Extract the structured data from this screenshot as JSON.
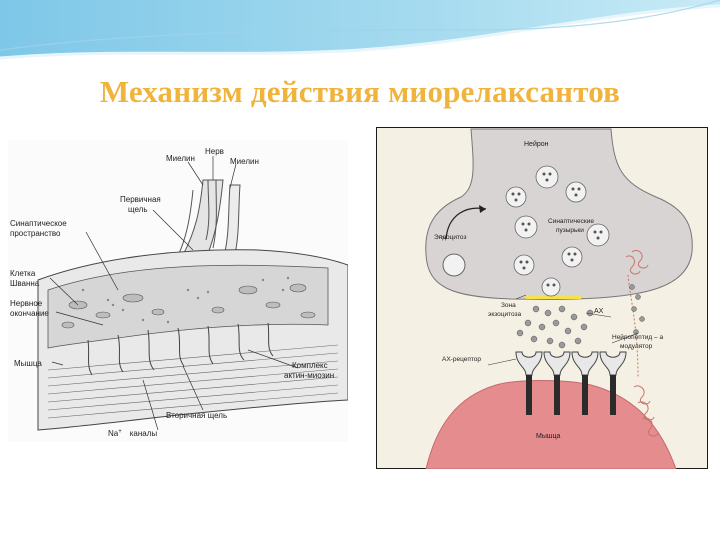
{
  "title": "Механизм действия миорелаксантов",
  "left_diagram": {
    "labels": {
      "nerve": "Нерв",
      "myelin_left": "Миелин",
      "myelin_right": "Миелин",
      "primary_cleft_1": "Первичная",
      "primary_cleft_2": "щель",
      "synaptic_space_1": "Синаптическое",
      "synaptic_space_2": "пространство",
      "schwann_1": "Клетка",
      "schwann_2": "Шванна",
      "nerve_ending_1": "Нервное",
      "nerve_ending_2": "окончание",
      "muscle": "Мышца",
      "complex_1": "Комплекс",
      "complex_2": "актин-миозин",
      "secondary_cleft": "Вторичная щель",
      "na_channels_1": "Na",
      "na_channels_sup": "+",
      "na_channels_2": "каналы"
    }
  },
  "right_diagram": {
    "colors": {
      "neuron": "#d8d4d3",
      "muscle": "#e48c8e",
      "border": "#1a1a1a",
      "zone": "#f3e24a"
    },
    "labels": {
      "neuron": "Нейрон",
      "vesicles_1": "Синаптические",
      "vesicles_2": "пузырьки",
      "endocytosis": "Эндоцитоз",
      "exo_zone_1": "Зона",
      "exo_zone_2": "экзоцитоза",
      "ach": "АХ",
      "neuropeptide_1": "Нейропептид – а",
      "neuropeptide_2": "модулятор",
      "ach_receptor": "АХ-рецептор",
      "muscle": "Мышца"
    }
  }
}
